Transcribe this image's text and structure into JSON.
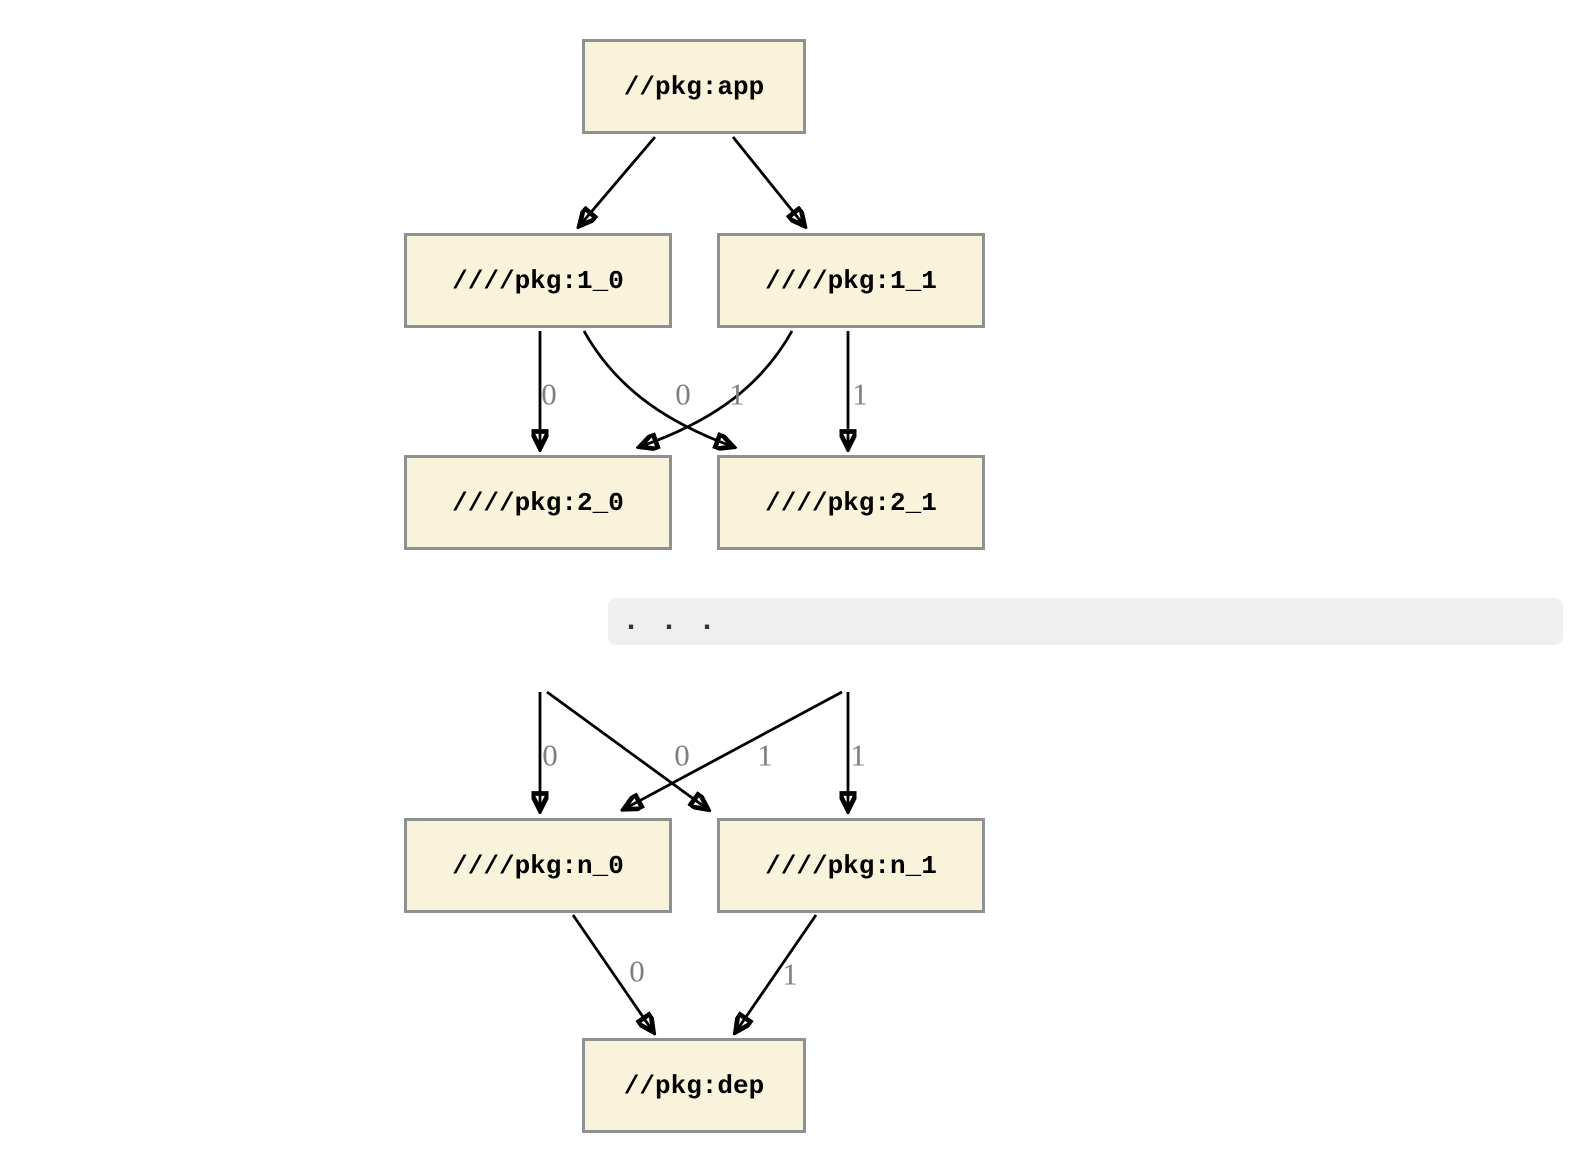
{
  "colors": {
    "page_background": "#ffffff",
    "node_fill": "#faf3db",
    "node_border": "#8e9192",
    "node_text": "#000000",
    "edge_stroke": "#000000",
    "edge_label_text": "#7f7f7f",
    "ellipsis_block_background": "#f0f0f0",
    "ellipsis_text": "#333333"
  },
  "graph_top": {
    "nodes": {
      "app": "//pkg:app",
      "l1_0": "////pkg:1_0",
      "l1_1": "////pkg:1_1",
      "l2_0": "////pkg:2_0",
      "l2_1": "////pkg:2_1"
    },
    "edge_labels": {
      "e_1_0_2_0": "0",
      "e_1_1_2_0": "0",
      "e_1_0_2_1": "1",
      "e_1_1_2_1": "1"
    }
  },
  "ellipsis_block": {
    "text": ". . ."
  },
  "graph_bottom": {
    "nodes": {
      "n_0": "////pkg:n_0",
      "n_1": "////pkg:n_1",
      "dep": "//pkg:dep"
    },
    "edge_labels": {
      "e_prev0_n_0": "0",
      "e_prev1_n_0": "0",
      "e_prev0_n_1": "1",
      "e_prev1_n_1": "1",
      "e_n_0_dep": "0",
      "e_n_1_dep": "1"
    }
  }
}
